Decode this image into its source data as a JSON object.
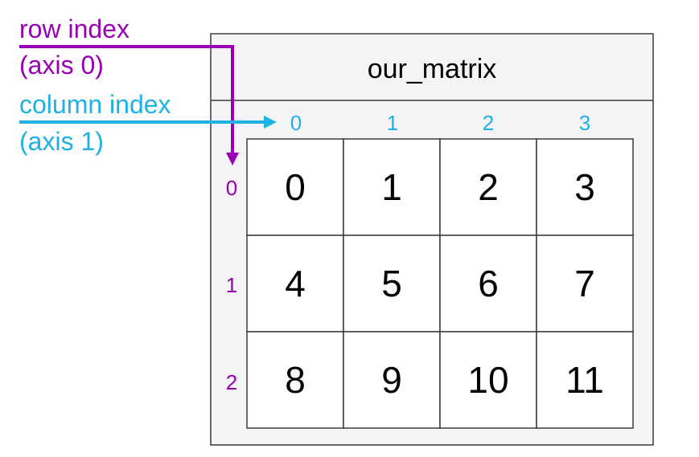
{
  "title": "our_matrix",
  "row_label": {
    "line1": "row index",
    "line2": "(axis 0)"
  },
  "column_label": {
    "line1": "column index",
    "line2": "(axis 1)"
  },
  "column_indices": [
    "0",
    "1",
    "2",
    "3"
  ],
  "row_indices": [
    "0",
    "1",
    "2"
  ],
  "cells": [
    [
      "0",
      "1",
      "2",
      "3"
    ],
    [
      "4",
      "5",
      "6",
      "7"
    ],
    [
      "8",
      "9",
      "10",
      "11"
    ]
  ],
  "colors": {
    "row_accent": "#9900b3",
    "column_accent": "#1fb0e6",
    "frame_fill": "#f4f4f6",
    "border": "#3c3c3c"
  }
}
